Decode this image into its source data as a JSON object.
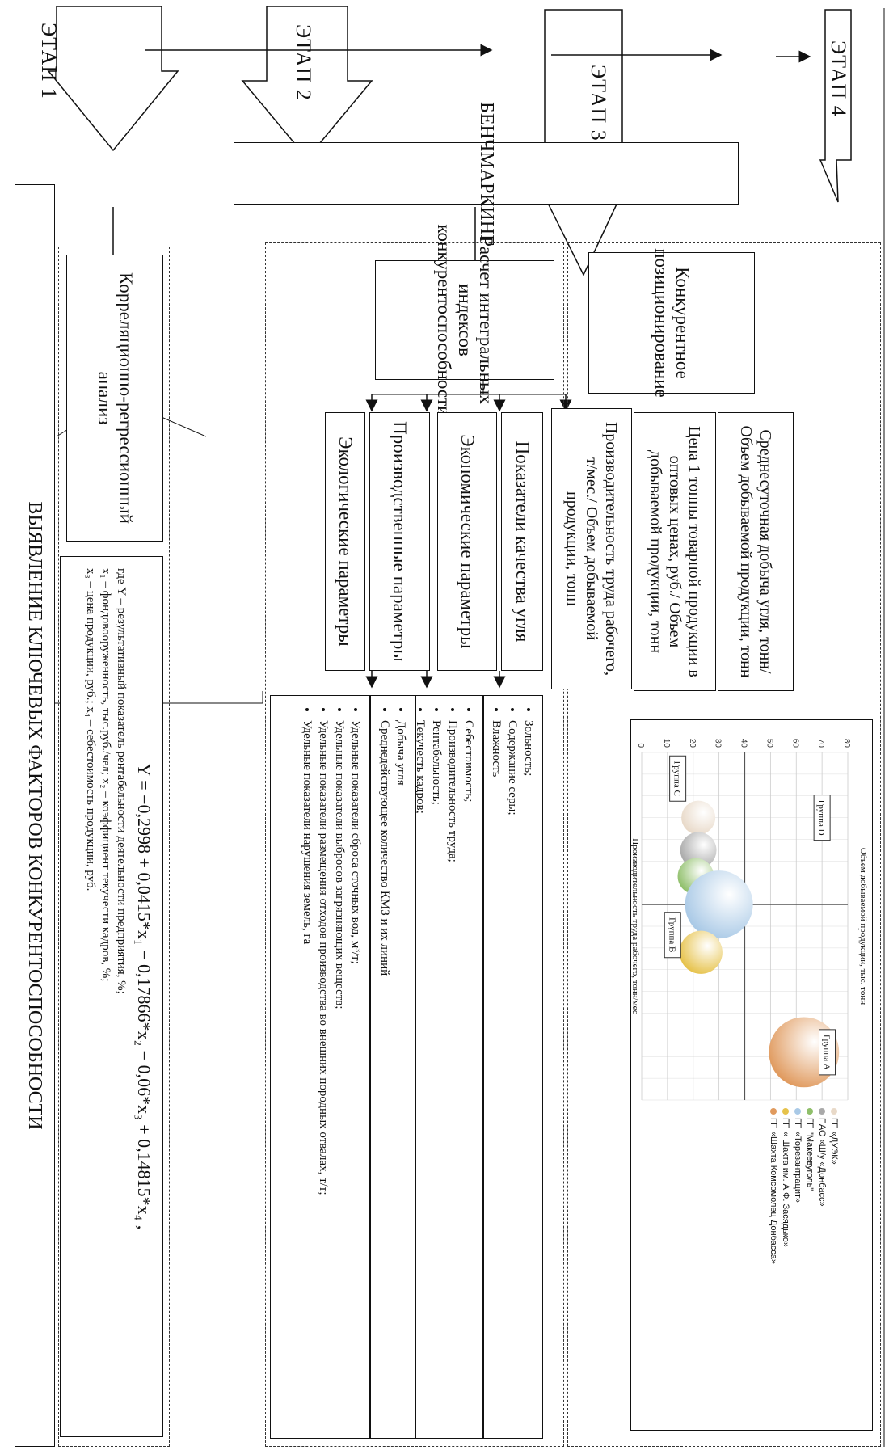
{
  "stages": [
    "ЭТАП 1",
    "ЭТАП 2",
    "ЭТАП 3",
    "ЭТАП 4"
  ],
  "benchmarking": "БЕНЧМАРКИНГ",
  "stage1": {
    "title": "Конкурентное позиционирование",
    "criteria": [
      "Среднесуточная добыча угля, тонн/ Объем добываемой продукции, тонн",
      "Цена 1 тонны товарной продукции в оптовых ценах, руб./ Объем добываемой продукции, тонн",
      "Производительность труда рабочего, т/мес./ Объем добываемой продукции, тонн"
    ]
  },
  "stage2": {
    "title": "Расчет интегральных индексов конкурентоспособности",
    "groups": [
      {
        "name": "Показатели качества угля",
        "items": [
          "Зольность;",
          "Содержание серы;",
          "Влажность"
        ]
      },
      {
        "name": "Экономические параметры",
        "items": [
          "Себестоимость;",
          "Производительность труда;",
          "Рентабельность;",
          "Текучесть кадров;"
        ]
      },
      {
        "name": "Производственные параметры",
        "items": [
          "Добыча угля",
          "Среднедействующее количество КМЗ и их линий"
        ]
      },
      {
        "name": "Экологические параметры",
        "items": [
          "Удельные показатели сброса сточных вод, м³/т;",
          "Удельные показатели выбросов загрязняющих веществ;",
          "Удельные показатели размещения отходов производства во внешних породных отвалах, т/т;",
          "Удельные показатели нарушения земель, га"
        ]
      }
    ]
  },
  "stage3": {
    "title": "Корреляционно-регрессионный анализ",
    "formula": "Y = −0,2998 + 0,0415*x₁ − 0,17866*x₂ − 0,06*x₃ + 0,14815*x₄ ,",
    "legend_line1": "где Y – результативный показатель рентабельности деятельности предприятия, %;",
    "legend_line2": "x₁ – фондовооруженность, тыс.руб./чел; x₂ – коэффициент текучести кадров, %;",
    "legend_line3": "x₃ – цена продукции, руб.; x₄ – себестоимость продукции, руб."
  },
  "stage4": {
    "title": "ВЫЯВЛЕНИЕ КЛЮЧЕВЫХ ФАКТОРОВ КОНКУРЕНТОСПОСОБНОСТИ"
  },
  "chart_data": {
    "type": "scatter",
    "title": "Объем добываемой продукции, тыс. тонн",
    "xlabel": "Производительность труда рабочего, тонн/мес",
    "ylabel": "",
    "ylim": [
      0,
      80
    ],
    "yticks": [
      0,
      10,
      20,
      30,
      40,
      50,
      60,
      70,
      80
    ],
    "grid": true,
    "legend_position": "right",
    "groups": [
      "Группа А",
      "Группа B",
      "Группа C",
      "Группа D"
    ],
    "series": [
      {
        "name": "ГП «ДУЭК»",
        "x": 30,
        "y": 22,
        "size": 1.5,
        "color": "#e8d9c8"
      },
      {
        "name": "ПАО «Ш/у «Донбасс»",
        "x": 45,
        "y": 22,
        "size": 1.6,
        "color": "#a9a9a9"
      },
      {
        "name": "ГП \"Макеевуголь\"",
        "x": 57,
        "y": 21,
        "size": 1.6,
        "color": "#8fbf6a"
      },
      {
        "name": "ГП «Торезантрацит»",
        "x": 70,
        "y": 30,
        "size": 3.0,
        "color": "#a9c9e6"
      },
      {
        "name": "ГП « Шахта им. А.Ф. Засядько»",
        "x": 92,
        "y": 23,
        "size": 1.9,
        "color": "#e6c24a"
      },
      {
        "name": "ГП «Шахта Комсомолец Донбасса»",
        "x": 138,
        "y": 63,
        "size": 3.1,
        "color": "#e09a5e"
      }
    ]
  }
}
